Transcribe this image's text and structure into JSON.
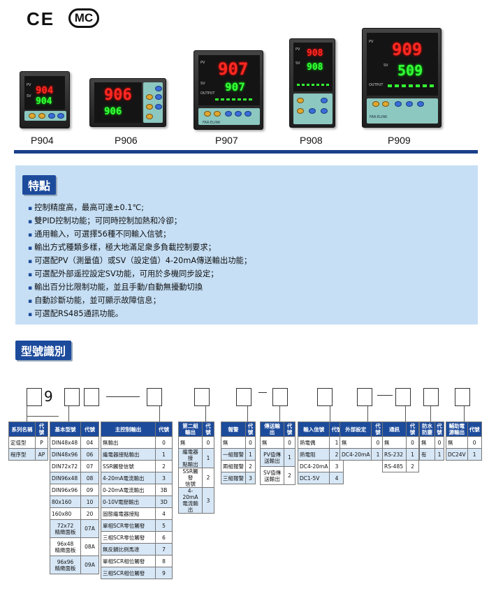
{
  "logos": {
    "ce": "CE",
    "mc": "MC"
  },
  "products": [
    {
      "label": "P904",
      "pv": "904",
      "sv": "904"
    },
    {
      "label": "P906",
      "pv": "906",
      "sv": "906"
    },
    {
      "label": "P907",
      "pv": "907",
      "sv": "907"
    },
    {
      "label": "P908",
      "pv": "908",
      "sv": "908"
    },
    {
      "label": "P909",
      "pv": "909",
      "sv": "509"
    }
  ],
  "device_text": {
    "pv": "PV",
    "sv": "SV",
    "out": "OUTPUT",
    "brand": "FAR-ELINK"
  },
  "features": {
    "title": "特點",
    "items": [
      "控制精度高，最高可達±0.1℃;",
      "雙PID控制功能；可同時控制加熱和冷卻；",
      "通用輸入，可選擇56種不同輸入信號；",
      "輸出方式種類多樣，極大地滿足衆多負載控制要求；",
      "可選配PV（測量值）或SV（設定值）4-20mA傳送輸出功能；",
      "可選配外部遥控設定SV功能，可用於多機同步設定；",
      "輸出百分比限制功能，並且手動/自動無擾動切換",
      "自動診斷功能，並可顯示故障信息；",
      "可選配RS485通訊功能。"
    ]
  },
  "model": {
    "title": "型號識別",
    "digit": "9",
    "tables": [
      {
        "h": [
          "系列名稱",
          "代號"
        ],
        "rows": [
          [
            "定值型",
            "P"
          ],
          [
            "程序型",
            "AP"
          ]
        ]
      },
      {
        "h": [
          "基本型號",
          "代號"
        ],
        "rows": [
          [
            "DIN48x48",
            "04"
          ],
          [
            "DIN48x96",
            "06"
          ],
          [
            "DIN72x72",
            "07"
          ],
          [
            "DIN96x48",
            "08"
          ],
          [
            "DIN96x96",
            "09"
          ],
          [
            "80x160",
            "10"
          ],
          [
            "160x80",
            "20"
          ],
          [
            "72x72\n精緻面板",
            "07A"
          ],
          [
            "96x48\n精緻面板",
            "08A"
          ],
          [
            "96x96\n精緻面板",
            "09A"
          ]
        ]
      },
      {
        "h": [
          "主控制輸出",
          "代號"
        ],
        "rows": [
          [
            "無輸出",
            "0"
          ],
          [
            "繼電器接點輸出",
            "1"
          ],
          [
            "SSR觸發信號",
            "2"
          ],
          [
            "4-20mA電流輸出",
            "3"
          ],
          [
            "0-20mA電流輸出",
            "3B"
          ],
          [
            "0-10V電壓輸出",
            "3D"
          ],
          [
            "固態繼電器接點",
            "4"
          ],
          [
            "單相SCR零位觸發",
            "5"
          ],
          [
            "三相SCR零位觸發",
            "6"
          ],
          [
            "無反饋比例馬達",
            "7"
          ],
          [
            "單相SCR相位觸發",
            "8"
          ],
          [
            "三相SCR相位觸發",
            "9"
          ]
        ]
      },
      {
        "h": [
          "第二組\n輸出",
          "代號"
        ],
        "rows": [
          [
            "無",
            "0"
          ],
          [
            "繼電器接\n點輸出",
            "1"
          ],
          [
            "SSR觸發\n信號",
            "2"
          ],
          [
            "4-20mA\n電流輸出",
            "3"
          ]
        ]
      },
      {
        "h": [
          "報警",
          "代號"
        ],
        "rows": [
          [
            "無",
            "0"
          ],
          [
            "一組報警",
            "1"
          ],
          [
            "兩組報警",
            "2"
          ],
          [
            "三組報警",
            "3"
          ]
        ]
      },
      {
        "h": [
          "傳送輸出",
          "代號"
        ],
        "rows": [
          [
            "無",
            "0"
          ],
          [
            "PV值傳\n送輸出",
            "1"
          ],
          [
            "SV值傳\n送輸出",
            "2"
          ]
        ]
      },
      {
        "h": [
          "輸入信號",
          "代號"
        ],
        "rows": [
          [
            "熱電偶",
            "1"
          ],
          [
            "熱電阻",
            "2"
          ],
          [
            "DC4-20mA",
            "3"
          ],
          [
            "DC1-5V",
            "4"
          ]
        ]
      },
      {
        "h": [
          "外部設定",
          "代號"
        ],
        "rows": [
          [
            "無",
            "0"
          ],
          [
            "DC4-20mA",
            "1"
          ]
        ]
      },
      {
        "h": [
          "通訊",
          "代號"
        ],
        "rows": [
          [
            "無",
            "0"
          ],
          [
            "RS-232",
            "1"
          ],
          [
            "RS-485",
            "2"
          ]
        ]
      },
      {
        "h": [
          "防水\n防塵",
          "代號"
        ],
        "rows": [
          [
            "無",
            "0"
          ],
          [
            "有",
            "1"
          ]
        ]
      },
      {
        "h": [
          "輔助電\n源輸出",
          "代號"
        ],
        "rows": [
          [
            "無",
            "0"
          ],
          [
            "DC24V",
            "1"
          ]
        ]
      }
    ]
  }
}
